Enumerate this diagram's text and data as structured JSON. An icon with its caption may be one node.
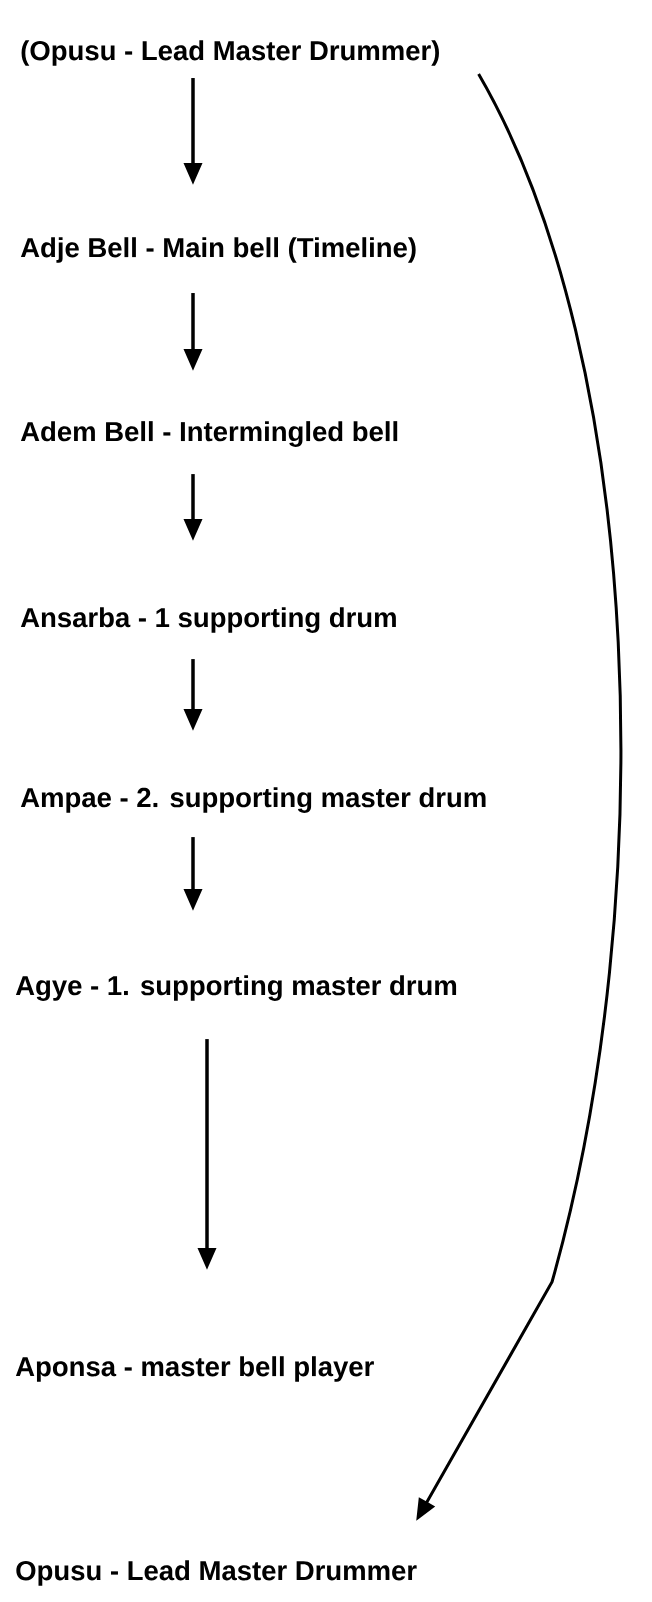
{
  "diagram": {
    "nodes": [
      {
        "text": [
          "(Opusu - Lead Master Drummer)"
        ]
      },
      {
        "text": [
          "Adje Bell - Main bell (Timeline)"
        ]
      },
      {
        "text": [
          "Adem Bell - Intermingled bell"
        ]
      },
      {
        "text": [
          "Ansarba - 1 supporting drum"
        ]
      },
      {
        "text": [
          "Ampae - 2. supporting master drum"
        ]
      },
      {
        "text": [
          "Agye - 1. supporting master drum"
        ]
      },
      {
        "text": [
          "Aponsa - master bell player"
        ]
      },
      {
        "text": [
          "Opusu - Lead Master Drummer"
        ]
      }
    ],
    "edges": [
      {
        "from": 0,
        "to": 1,
        "arrow": "to"
      },
      {
        "from": 1,
        "to": 2,
        "arrow": "to"
      },
      {
        "from": 2,
        "to": 3,
        "arrow": "to"
      },
      {
        "from": 3,
        "to": 4,
        "arrow": "to"
      },
      {
        "from": 4,
        "to": 5,
        "arrow": "to"
      },
      {
        "from": 5,
        "to": 6,
        "arrow": "to"
      },
      {
        "from": 0,
        "to": 7,
        "arrow": "to"
      }
    ]
  }
}
